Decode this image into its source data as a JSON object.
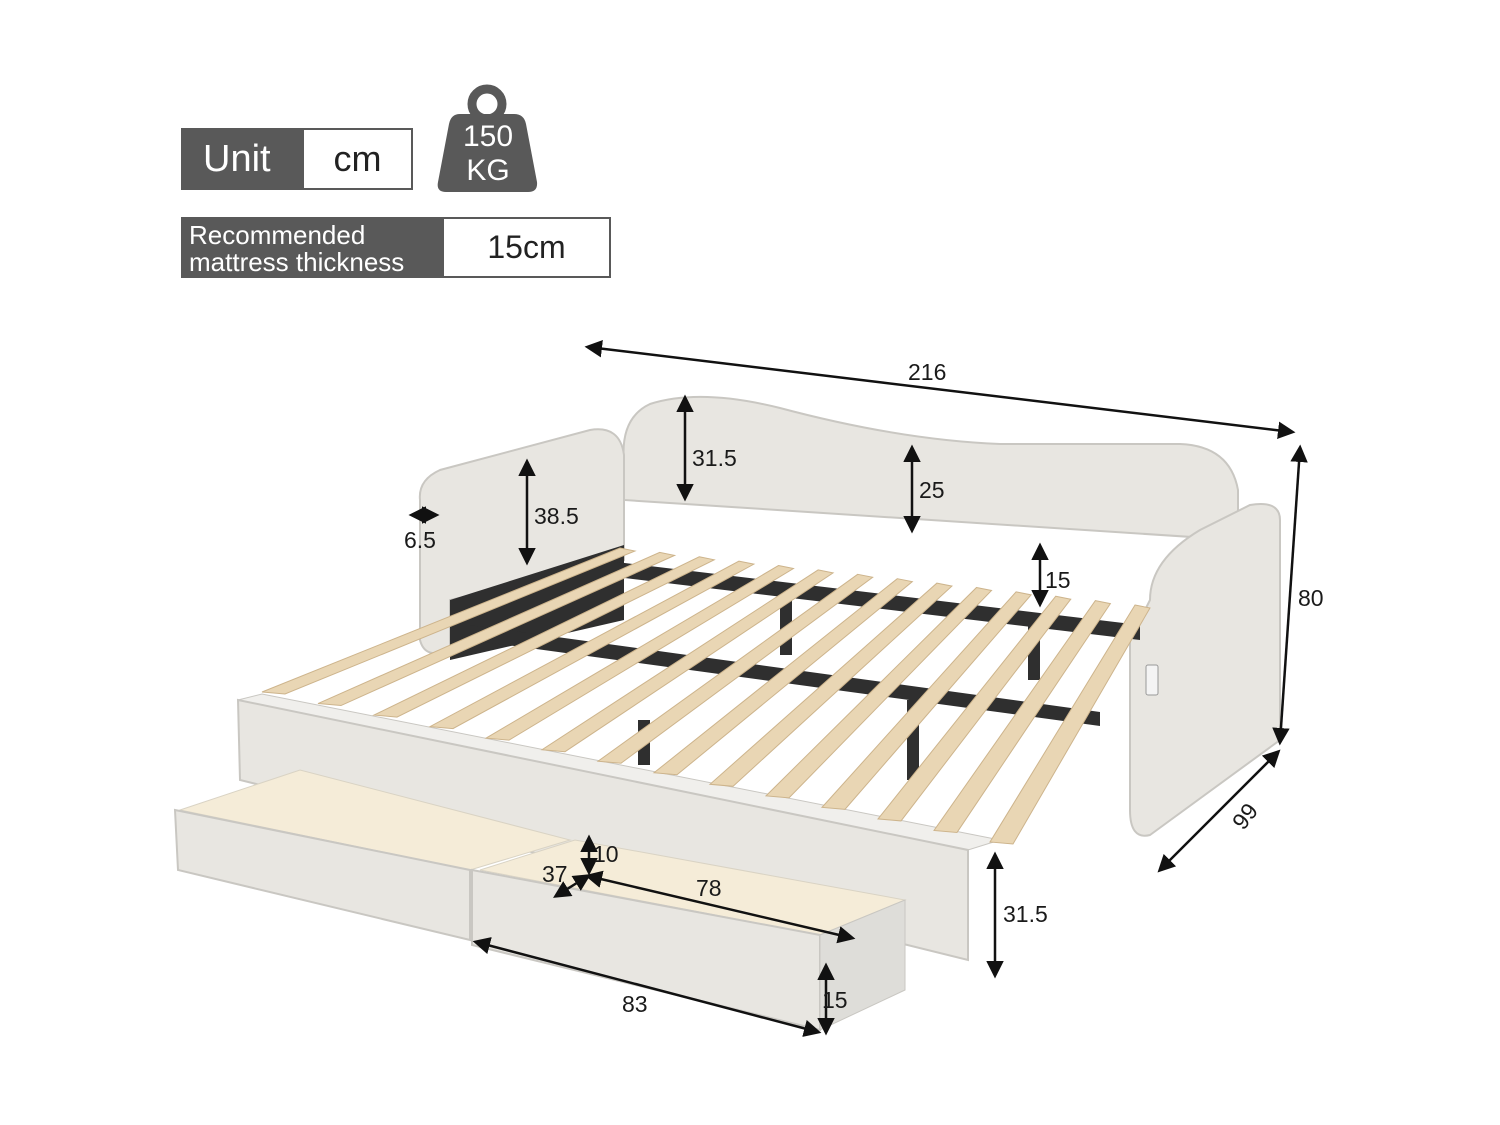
{
  "specs": {
    "unit_label": "Unit",
    "unit_value": "cm",
    "weight_value": "150",
    "weight_unit": "KG",
    "mattress_label_line1": "Recommended",
    "mattress_label_line2": "mattress thickness",
    "mattress_value": "15cm"
  },
  "dimensions": {
    "total_length": "216",
    "total_height": "80",
    "depth": "99",
    "backrest_height": "31.5",
    "backrest_center_height": "25",
    "armrest_height": "38.5",
    "armrest_thickness": "6.5",
    "slat_to_rail": "15",
    "front_rail_height": "31.5",
    "drawer_length": "83",
    "drawer_height": "15",
    "drawer_inner_length": "78",
    "drawer_inner_width": "37",
    "drawer_inner_depth": "10"
  },
  "colors": {
    "label_bg": "#595959",
    "upholstery": "#e8e6e1",
    "slat_wood": "#e9d6b4",
    "frame_metal": "#2f2f2f"
  }
}
